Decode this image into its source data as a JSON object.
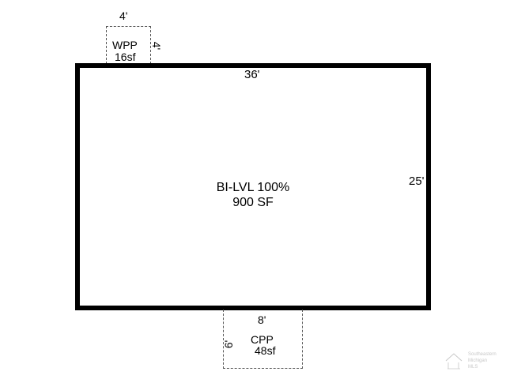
{
  "main_room": {
    "name": "BI-LVL 100%",
    "area": "900 SF",
    "width_label": "36'",
    "depth_label": "25'"
  },
  "wpp": {
    "name": "WPP",
    "area": "16sf",
    "width_label": "4'",
    "depth_label": "4'"
  },
  "cpp": {
    "name": "CPP",
    "area": "48sf",
    "width_label": "8'",
    "depth_label": "6'"
  },
  "watermark": {
    "line1": "Southeastern",
    "line2": "Michigan",
    "line3": "MLS"
  },
  "colors": {
    "wall": "#000000",
    "dashed": "#555555",
    "watermark": "#c8c8c8"
  }
}
